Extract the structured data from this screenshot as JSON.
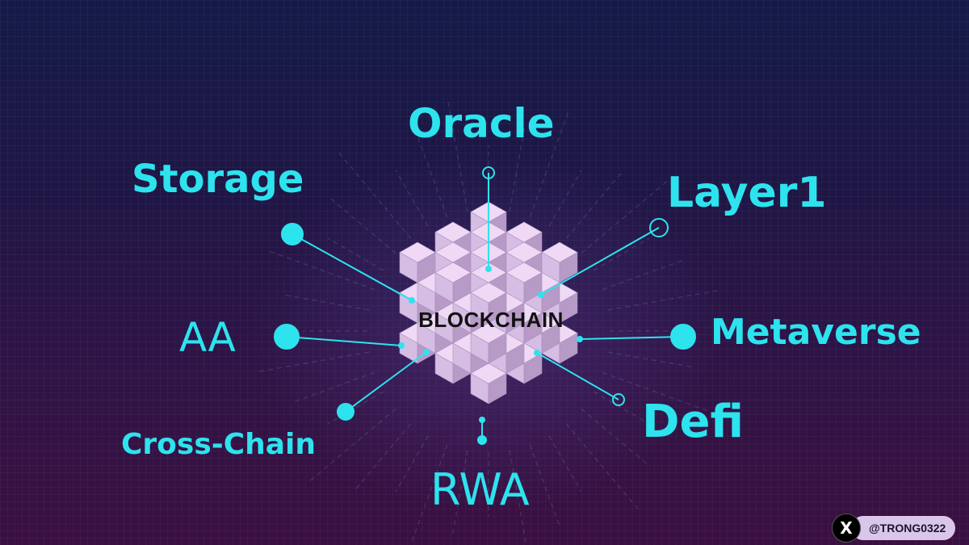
{
  "center": {
    "label": "BLOCKCHAIN"
  },
  "nodes": {
    "oracle": "Oracle",
    "storage": "Storage",
    "layer1": "Layer1",
    "aa": "AA",
    "metaverse": "Metaverse",
    "cross_chain": "Cross-Chain",
    "defi": "Defi",
    "rwa": "RWA"
  },
  "footer": {
    "logo": "X",
    "handle": "@TRONG0322"
  },
  "colors": {
    "accent": "#2de3ee",
    "cube_light": "#efd9f5",
    "cube_mid": "#d6bde3",
    "cube_dark": "#b79ac6"
  }
}
